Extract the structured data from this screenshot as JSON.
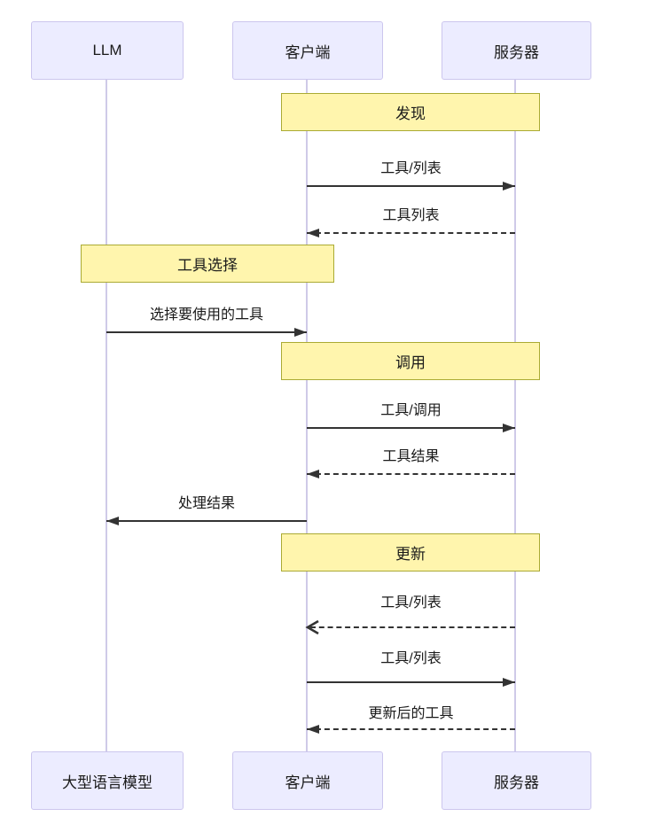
{
  "diagram": {
    "type": "sequence-diagram",
    "actors_top": [
      {
        "label": "LLM"
      },
      {
        "label": "客户端"
      },
      {
        "label": "服务器"
      }
    ],
    "actors_bottom": [
      {
        "label": "大型语言模型"
      },
      {
        "label": "客户端"
      },
      {
        "label": "服务器"
      }
    ],
    "notes": [
      {
        "label": "发现",
        "over": [
          "客户端",
          "服务器"
        ]
      },
      {
        "label": "工具选择",
        "over": [
          "LLM",
          "客户端"
        ]
      },
      {
        "label": "调用",
        "over": [
          "客户端",
          "服务器"
        ]
      },
      {
        "label": "更新",
        "over": [
          "客户端",
          "服务器"
        ]
      }
    ],
    "messages": [
      {
        "label": "工具/列表",
        "from": "客户端",
        "to": "服务器",
        "line": "solid",
        "arrow": "filled"
      },
      {
        "label": "工具列表",
        "from": "服务器",
        "to": "客户端",
        "line": "dashed",
        "arrow": "filled"
      },
      {
        "label": "选择要使用的工具",
        "from": "LLM",
        "to": "客户端",
        "line": "solid",
        "arrow": "filled"
      },
      {
        "label": "工具/调用",
        "from": "客户端",
        "to": "服务器",
        "line": "solid",
        "arrow": "filled"
      },
      {
        "label": "工具结果",
        "from": "服务器",
        "to": "客户端",
        "line": "dashed",
        "arrow": "filled"
      },
      {
        "label": "处理结果",
        "from": "客户端",
        "to": "LLM",
        "line": "solid",
        "arrow": "filled"
      },
      {
        "label": "工具/列表",
        "from": "服务器",
        "to": "客户端",
        "line": "dashed",
        "arrow": "open"
      },
      {
        "label": "工具/列表",
        "from": "客户端",
        "to": "服务器",
        "line": "solid",
        "arrow": "filled"
      },
      {
        "label": "更新后的工具",
        "from": "服务器",
        "to": "客户端",
        "line": "dashed",
        "arrow": "filled"
      }
    ],
    "colors": {
      "actor_fill": "#ECECFF",
      "actor_border": "#CCC6EE",
      "note_fill": "#FFF5AD",
      "note_border": "#AAAA33",
      "lifeline": "#CFCAE8",
      "arrow": "#333333"
    }
  }
}
